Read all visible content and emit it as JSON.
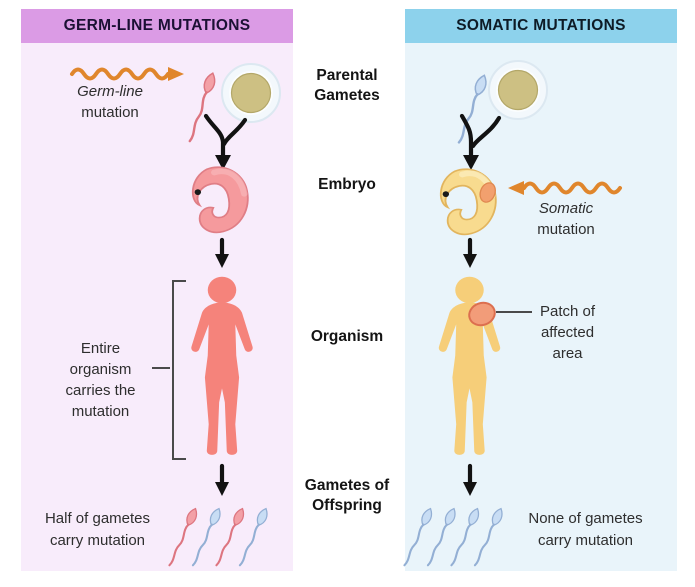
{
  "left_panel": {
    "title": "GERM-LINE MUTATIONS",
    "mutation_label": {
      "line1": "Germ-line",
      "line2": "mutation"
    },
    "organism_note": {
      "line1": "Entire",
      "line2": "organism",
      "line3": "carries the",
      "line4": "mutation"
    },
    "gametes_note": {
      "line1": "Half of gametes",
      "line2": "carry mutation"
    }
  },
  "right_panel": {
    "title": "SOMATIC MUTATIONS",
    "mutation_label": {
      "line1": "Somatic",
      "line2": "mutation"
    },
    "patch_note": {
      "line1": "Patch of",
      "line2": "affected",
      "line3": "area"
    },
    "gametes_note": {
      "line1": "None of gametes",
      "line2": "carry mutation"
    }
  },
  "stage_labels": {
    "parental_gametes": {
      "line1": "Parental",
      "line2": "Gametes"
    },
    "embryo": "Embryo",
    "organism": "Organism",
    "gametes_of_offspring": {
      "line1": "Gametes of",
      "line2": "Offspring"
    }
  },
  "colors": {
    "left_header_bg": "#DB9BE5",
    "left_panel_bg": "#F8ECFB",
    "right_header_bg": "#8DD2EC",
    "right_panel_bg": "#E9F4FA",
    "mutation_arrow_orange": "#E0862C",
    "flow_arrow_black": "#121212",
    "germline_pink": "#F5837B",
    "somatic_yellow": "#F6CE79",
    "affected_patch": "#F29C79",
    "sperm_pink": "#F3A0A6",
    "sperm_blue": "#C8DDF4",
    "egg_yolk": "#CDC083"
  },
  "icons": {
    "mutation_squiggle": "orange-zigzag-arrow",
    "sperm": "sperm-cell",
    "egg": "egg-cell",
    "embryo": "curled-embryo",
    "organism": "human-silhouette",
    "flow_arrow": "black-down-arrow",
    "bracket": "square-bracket"
  }
}
